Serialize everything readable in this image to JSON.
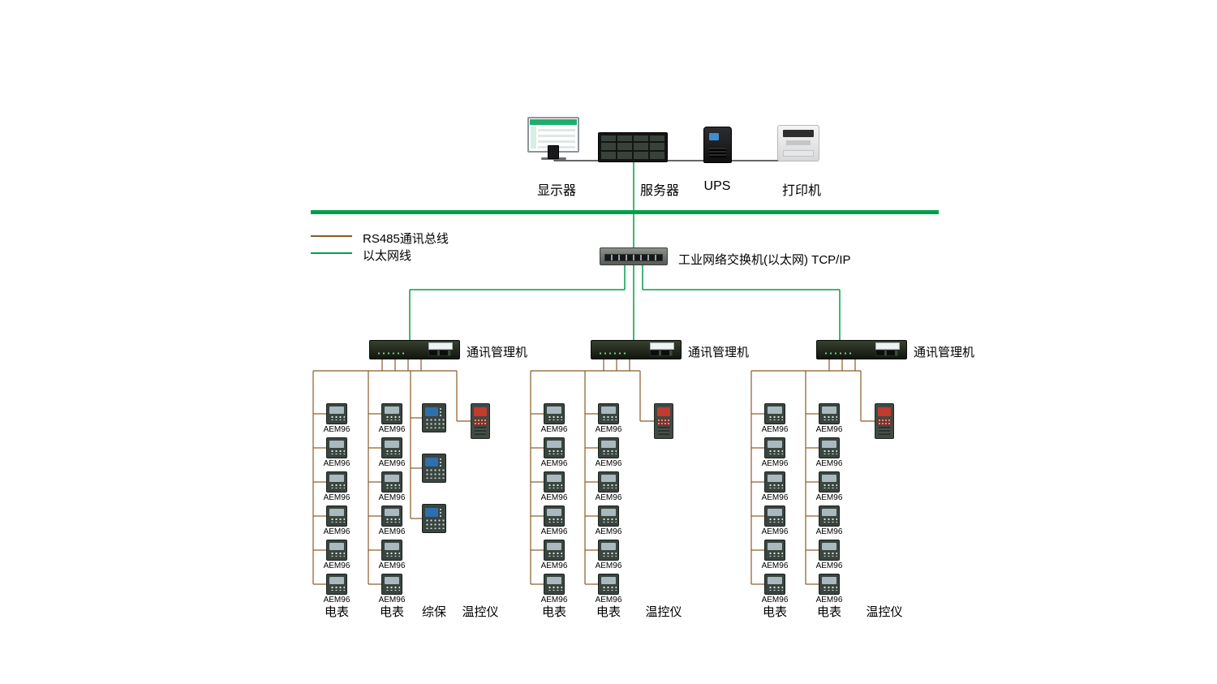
{
  "colors": {
    "ethernet_green": "#00A04A",
    "rs485_brown": "#8a5a28",
    "cable_black": "#333333"
  },
  "top": {
    "devices": [
      {
        "name": "monitor",
        "label": "显示器"
      },
      {
        "name": "server",
        "label": "服务器"
      },
      {
        "name": "ups",
        "label": "UPS"
      },
      {
        "name": "printer",
        "label": "打印机"
      }
    ]
  },
  "legend": {
    "items": [
      {
        "label": "RS485通讯总线",
        "color_key": "rs485_brown"
      },
      {
        "label": "以太网线",
        "color_key": "ethernet_green"
      }
    ]
  },
  "switch": {
    "label": "工业网络交换机(以太网) TCP/IP"
  },
  "groups": [
    {
      "manager_label": "通讯管理机",
      "columns": [
        {
          "type": "meter",
          "count": 6,
          "device_label": "AEM96",
          "label": "电表"
        },
        {
          "type": "meter",
          "count": 6,
          "device_label": "AEM96",
          "label": "电表"
        },
        {
          "type": "relay",
          "count": 3,
          "device_label": "",
          "label": "综保"
        },
        {
          "type": "temp",
          "count": 1,
          "device_label": "",
          "label": "温控仪"
        }
      ]
    },
    {
      "manager_label": "通讯管理机",
      "columns": [
        {
          "type": "meter",
          "count": 6,
          "device_label": "AEM96",
          "label": "电表"
        },
        {
          "type": "meter",
          "count": 6,
          "device_label": "AEM96",
          "label": "电表"
        },
        {
          "type": "temp",
          "count": 1,
          "device_label": "",
          "label": "温控仪"
        }
      ]
    },
    {
      "manager_label": "通讯管理机",
      "columns": [
        {
          "type": "meter",
          "count": 6,
          "device_label": "AEM96",
          "label": "电表"
        },
        {
          "type": "meter",
          "count": 6,
          "device_label": "AEM96",
          "label": "电表"
        },
        {
          "type": "temp",
          "count": 1,
          "device_label": "",
          "label": "温控仪"
        }
      ]
    }
  ]
}
